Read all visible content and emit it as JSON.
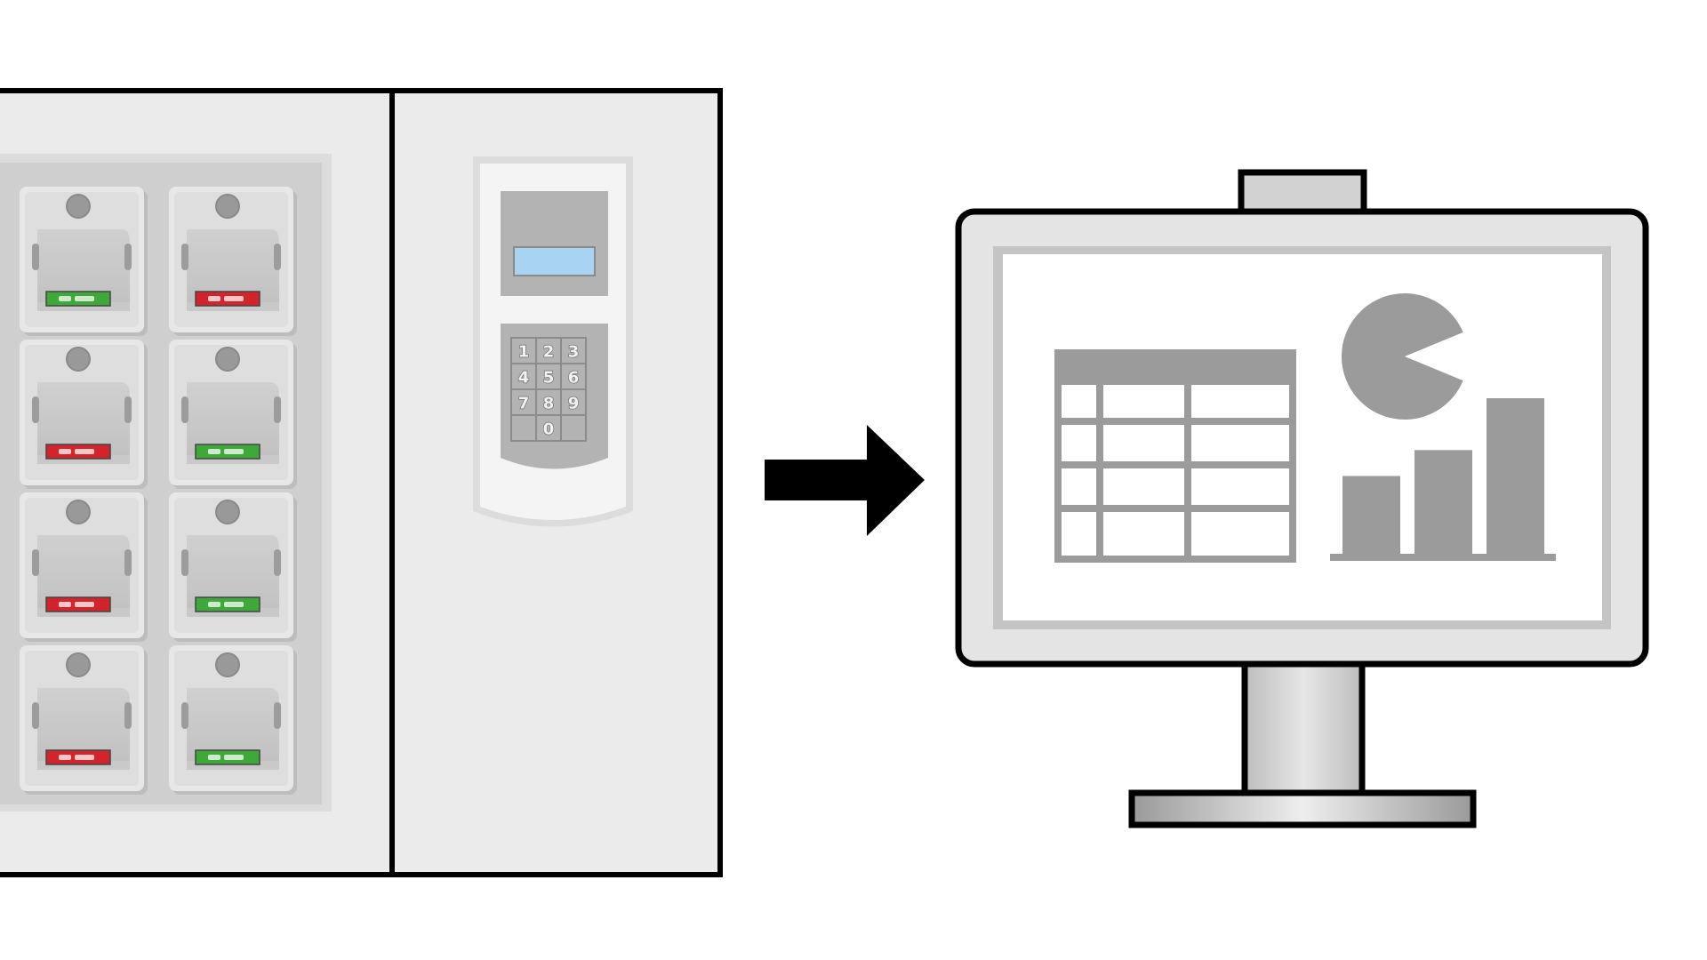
{
  "cabinet": {
    "slots": [
      {
        "status": "available"
      },
      {
        "status": "taken"
      },
      {
        "status": "taken"
      },
      {
        "status": "available"
      },
      {
        "status": "taken"
      },
      {
        "status": "available"
      },
      {
        "status": "taken"
      },
      {
        "status": "available"
      }
    ]
  },
  "keypad": {
    "keys": [
      "1",
      "2",
      "3",
      "4",
      "5",
      "6",
      "7",
      "8",
      "9",
      "",
      "0",
      ""
    ]
  },
  "monitor": {
    "table": {
      "rows": 4,
      "cols": 3
    },
    "pie": {
      "slices": [
        0.875,
        0.125
      ]
    },
    "bars": {
      "values": [
        3,
        4,
        6
      ]
    }
  },
  "colors": {
    "available": "#3ea83a",
    "taken": "#d4242b",
    "screen_glyph": "#9b9b9b",
    "lcd": "#a9d3f3",
    "outline": "#000000"
  },
  "icons": [
    "arrow-right-icon",
    "table-icon",
    "pie-chart-icon",
    "bar-chart-icon"
  ]
}
